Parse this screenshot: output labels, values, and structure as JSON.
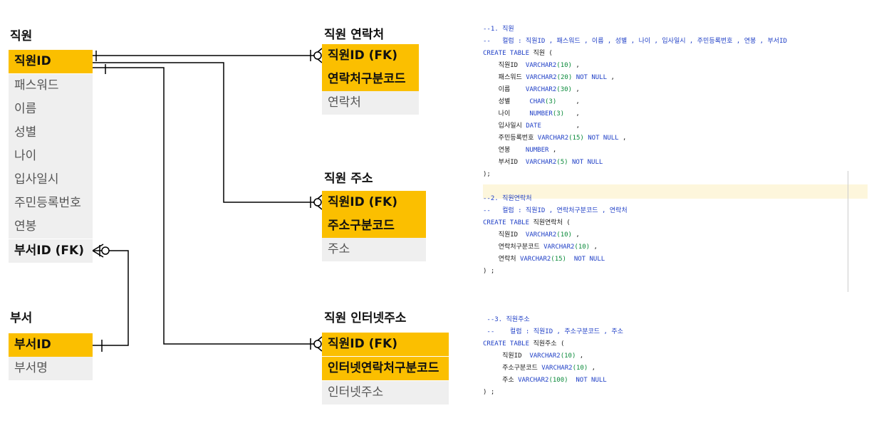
{
  "entities": {
    "employee": {
      "title": "직원",
      "rows": [
        "직원ID",
        "패스워드",
        "이름",
        "성별",
        "나이",
        "입사일시",
        "주민등록번호",
        "연봉",
        "부서ID (FK)"
      ]
    },
    "department": {
      "title": "부서",
      "rows": [
        "부서ID",
        "부서명"
      ]
    },
    "contact": {
      "title": "직원 연락처",
      "rows": [
        "직원ID (FK)",
        "연락처구분코드",
        "연락처"
      ]
    },
    "address": {
      "title": "직원 주소",
      "rows": [
        "직원ID (FK)",
        "주소구분코드",
        "주소"
      ]
    },
    "internet": {
      "title": "직원 인터넷주소",
      "rows": [
        "직원ID (FK)",
        "인터넷연락처구분코드",
        "인터넷주소"
      ]
    }
  },
  "code": {
    "lines": [
      "--1. 직원",
      "--   컬럼 : 직원ID , 패스워드 , 이름 , 성별 , 나이 , 입사일시 , 주민등록번호 , 연봉 , 부서ID",
      "CREATE TABLE 직원 (",
      "    직원ID  VARCHAR2(10) ,",
      "    패스워드 VARCHAR2(20) NOT NULL ,",
      "    이름    VARCHAR2(30) ,",
      "    성별     CHAR(3)     ,",
      "    나이     NUMBER(3)   ,",
      "    입사일시 DATE         ,",
      "    주민등록번호 VARCHAR2(15) NOT NULL ,",
      "    연봉    NUMBER ,",
      "    부서ID  VARCHAR2(5) NOT NULL",
      ");",
      "",
      "--2. 직원연락처",
      "--   컬럼 : 직원ID , 연락처구분코드 , 연락처",
      "CREATE TABLE 직원연락처 (",
      "    직원ID  VARCHAR2(10) ,",
      "    연락처구분코드 VARCHAR2(10) ,",
      "    연락처 VARCHAR2(15)  NOT NULL",
      ") ;",
      "",
      "",
      "",
      " --3. 직원주소",
      " --    컬럼 : 직원ID , 주소구분코드 , 주소",
      "CREATE TABLE 직원주소 (",
      "     직원ID  VARCHAR2(10) ,",
      "     주소구분코드 VARCHAR2(10) ,",
      "     주소 VARCHAR2(100)  NOT NULL",
      ") ;"
    ]
  }
}
